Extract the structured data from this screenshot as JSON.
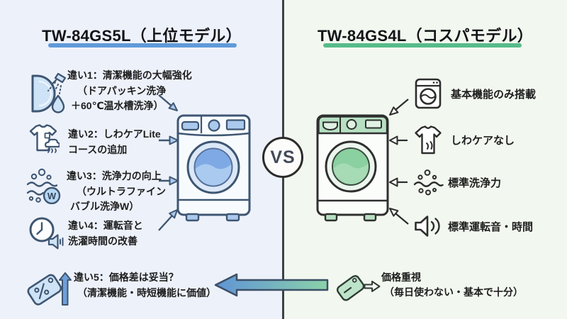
{
  "left_panel": {
    "title": "TW-84GS5L（上位モデル）",
    "items": [
      {
        "icon": "door-seal-spray-icon",
        "lines": [
          "違い1：清潔機能の大幅強化",
          "（ドアパッキン洗浄",
          "＋60℃温水槽洗浄）"
        ]
      },
      {
        "icon": "shirt-steam-icon",
        "lines": [
          "違い2：しわケアLite",
          "コースの追加"
        ]
      },
      {
        "icon": "bubbles-w-icon",
        "lines": [
          "違い3：洗浄力の向上",
          "（ウルトラファイン",
          "バブル洗浄W）"
        ]
      },
      {
        "icon": "clock-speaker-icon",
        "lines": [
          "違い4：運転音と",
          "洗濯時間の改善"
        ]
      },
      {
        "icon": "price-tag-up-icon",
        "lines": [
          "違い5：価格差は妥当？",
          "（清潔機能・時短機能に価値）"
        ]
      }
    ],
    "bubble_w_label": "W"
  },
  "right_panel": {
    "title": "TW-84GS4L（コスパモデル）",
    "items": [
      {
        "icon": "washer-icon",
        "lines": [
          "基本機能のみ搭載"
        ]
      },
      {
        "icon": "shirt-wrinkle-icon",
        "lines": [
          "しわケアなし"
        ]
      },
      {
        "icon": "bubbles-icon",
        "lines": [
          "標準洗浄力"
        ]
      },
      {
        "icon": "speaker-icon",
        "lines": [
          "標準運転音・時間"
        ]
      },
      {
        "icon": "price-tag-green-icon",
        "lines": [
          "価格重視",
          "（毎日使わない・基本で十分）"
        ]
      }
    ]
  },
  "center": {
    "vs_label": "VS"
  },
  "colors": {
    "left_bg": "#edf1fa",
    "right_bg": "#f2f8ef",
    "left_accent_underline": "#5f9ad8",
    "right_accent_underline": "#57bb8a",
    "left_outline": "#3e5672",
    "left_icon_fill": "#cfe3f6",
    "right_outline": "#2d2d2d",
    "right_tag_fill": "#bde4ca",
    "big_arrow_blue": "#6094d6",
    "big_arrow_green": "#8bd2a9"
  }
}
